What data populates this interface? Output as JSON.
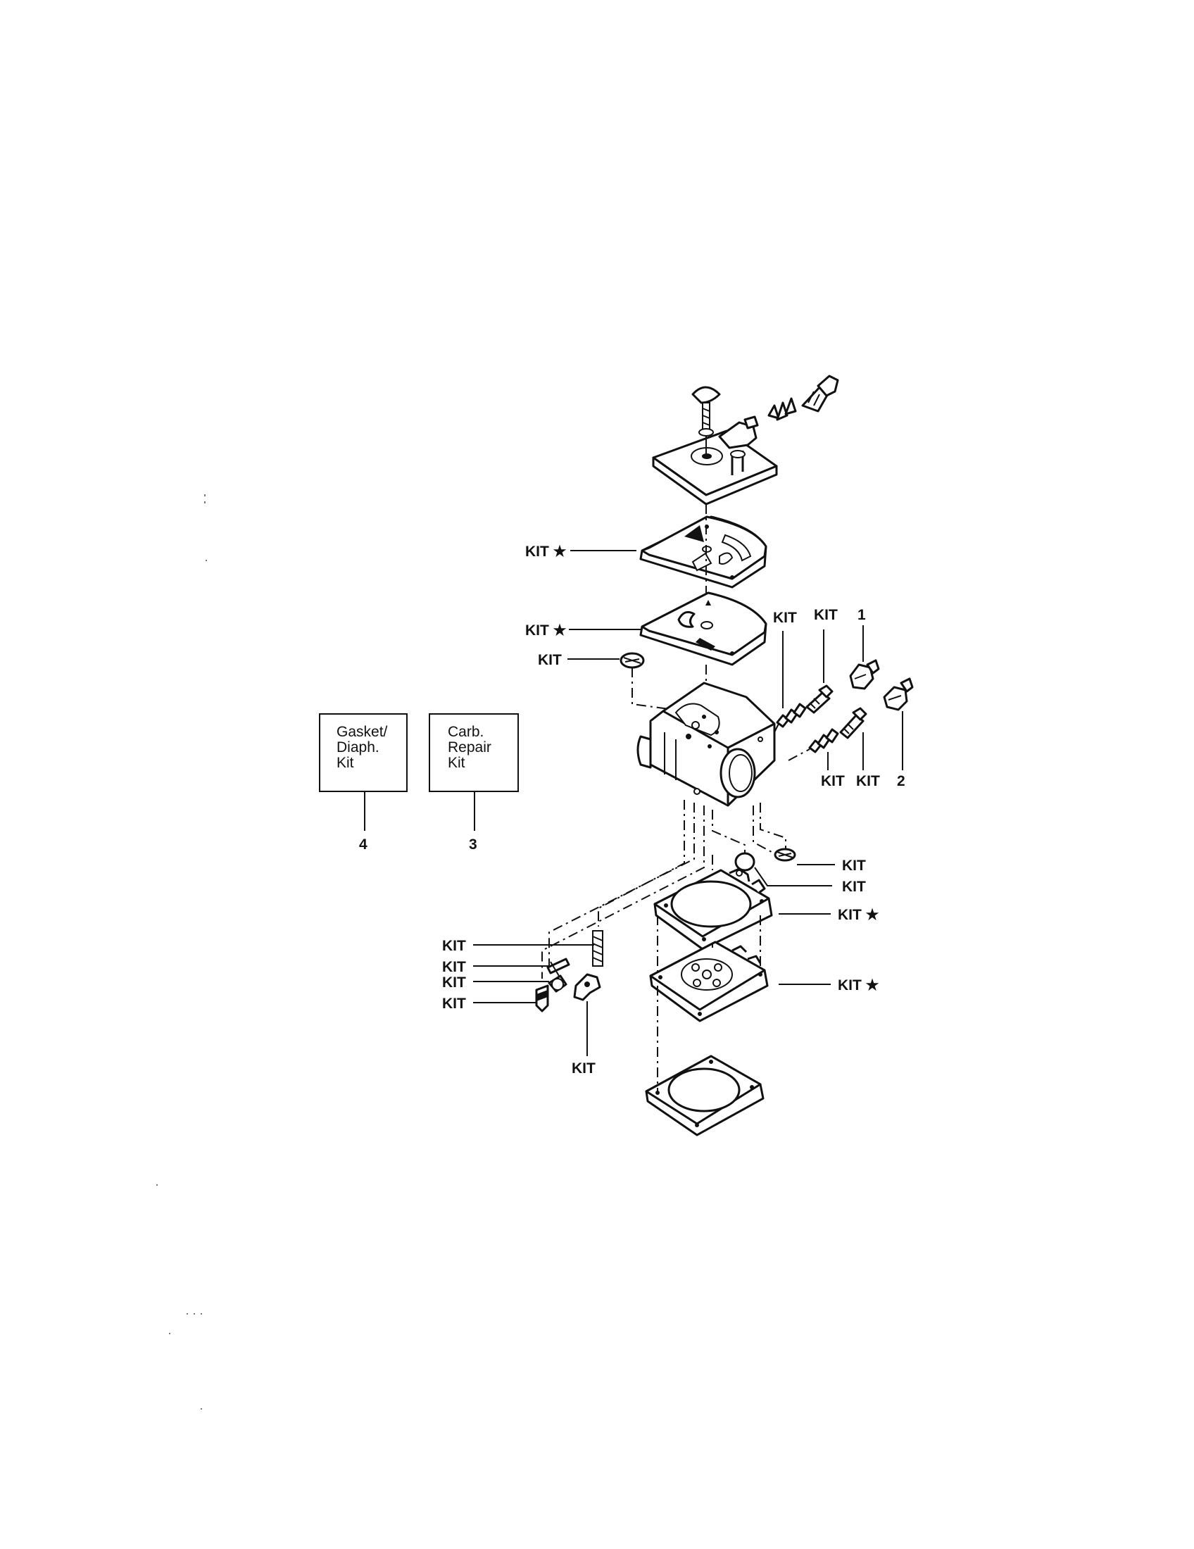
{
  "labels": {
    "kit_star_1": "KIT ★",
    "kit_star_2": "KIT ★",
    "kit_screen": "KIT",
    "kit_a": "KIT",
    "kit_b": "KIT",
    "ref_1": "1",
    "kit_c": "KIT",
    "kit_d": "KIT",
    "ref_2": "2",
    "kit_e": "KIT",
    "kit_f": "KIT",
    "kit_star_3": "KIT ★",
    "kit_star_4": "KIT ★",
    "kit_g": "KIT",
    "kit_h": "KIT",
    "kit_i": "KIT",
    "kit_j": "KIT",
    "kit_k": "KIT",
    "ref_4": "4",
    "ref_3": "3"
  },
  "boxes": {
    "gasket_kit": [
      "Gasket/",
      "Diaph.",
      "Kit"
    ],
    "carb_repair_kit": [
      "Carb.",
      "Repair",
      "Kit"
    ]
  }
}
